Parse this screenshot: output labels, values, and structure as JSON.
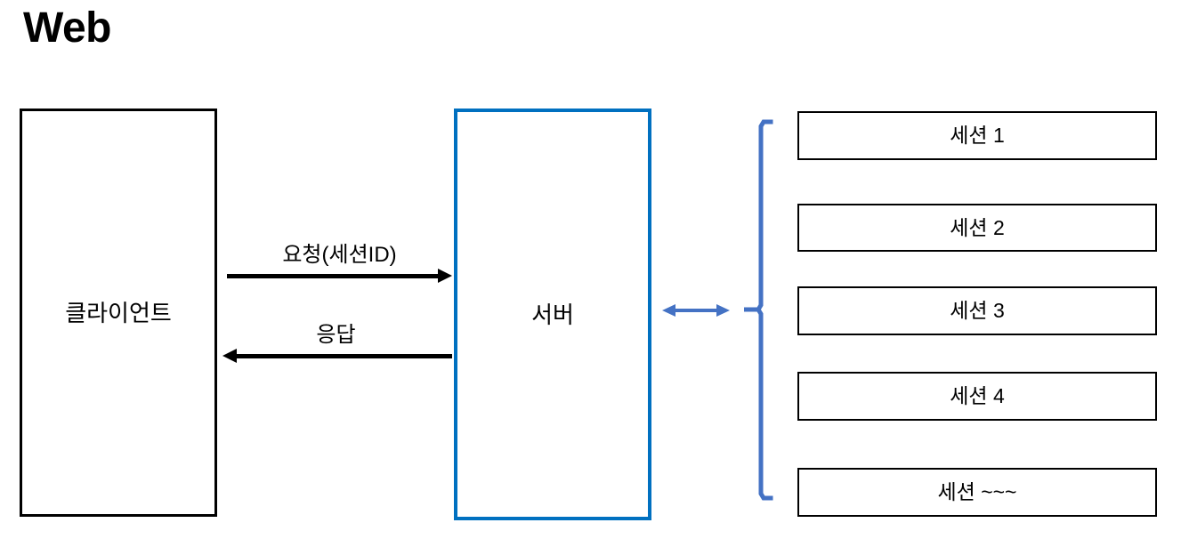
{
  "diagram": {
    "title": "Web",
    "nodes": {
      "client": {
        "label": "클라이언트"
      },
      "server": {
        "label": "서버"
      }
    },
    "flows": [
      {
        "name": "request",
        "label": "요청(세션ID)",
        "direction": "client-to-server"
      },
      {
        "name": "response",
        "label": "응답",
        "direction": "server-to-client"
      }
    ],
    "server_session_link": {
      "name": "server-sessions-link",
      "direction": "bidirectional",
      "label": ""
    },
    "sessions": [
      {
        "label": "세션 1"
      },
      {
        "label": "세션 2"
      },
      {
        "label": "세션 3"
      },
      {
        "label": "세션 4"
      },
      {
        "label": "세션 ~~~"
      }
    ],
    "colors": {
      "background": "#ffffff",
      "text": "#000000",
      "client_border": "#000000",
      "server_border": "#0070c0",
      "link_arrow": "#4472c4",
      "brace": "#4472c4",
      "session_border": "#000000"
    }
  }
}
